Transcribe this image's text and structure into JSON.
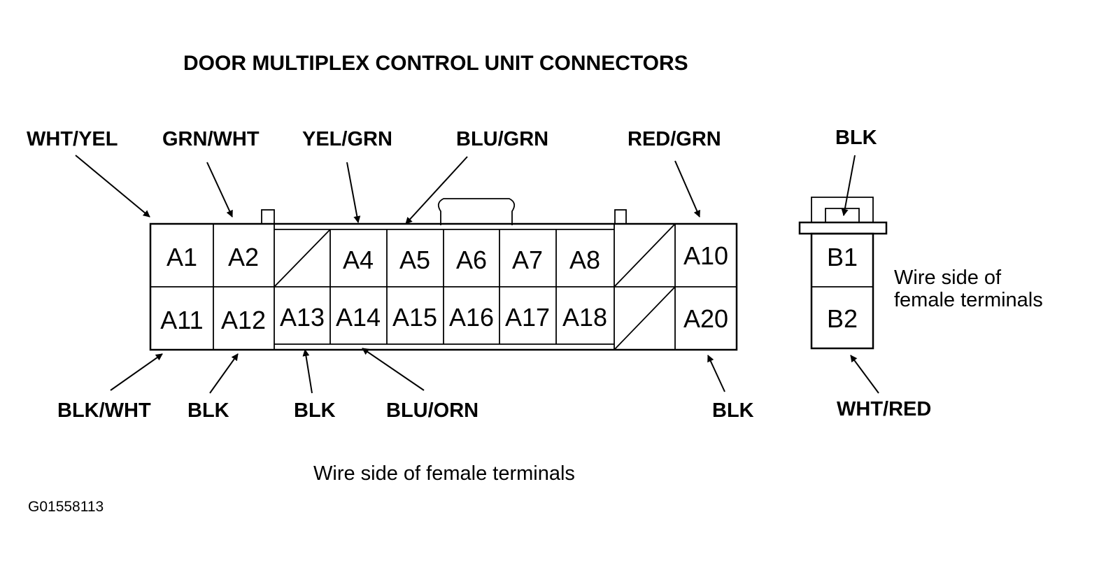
{
  "title": "DOOR MULTIPLEX CONTROL UNIT CONNECTORS",
  "figure_code": "G01558113",
  "connector_a": {
    "note": "Wire side of female terminals",
    "row1": [
      "A1",
      "A2",
      "",
      "A4",
      "A5",
      "A6",
      "A7",
      "A8",
      "",
      "A10"
    ],
    "row2": [
      "A11",
      "A12",
      "A13",
      "A14",
      "A15",
      "A16",
      "A17",
      "A18",
      "",
      "A20"
    ],
    "top_wires": {
      "a1": "WHT/YEL",
      "a2": "GRN/WHT",
      "a4": "YEL/GRN",
      "a5": "BLU/GRN",
      "a10": "RED/GRN"
    },
    "bottom_wires": {
      "a11": "BLK/WHT",
      "a12": "BLK",
      "a13": "BLK",
      "a14": "BLU/ORN",
      "a20": "BLK"
    }
  },
  "connector_b": {
    "note_line1": "Wire side of",
    "note_line2": "female terminals",
    "terminals": [
      "B1",
      "B2"
    ],
    "top_wire": "BLK",
    "bottom_wire": "WHT/RED"
  }
}
